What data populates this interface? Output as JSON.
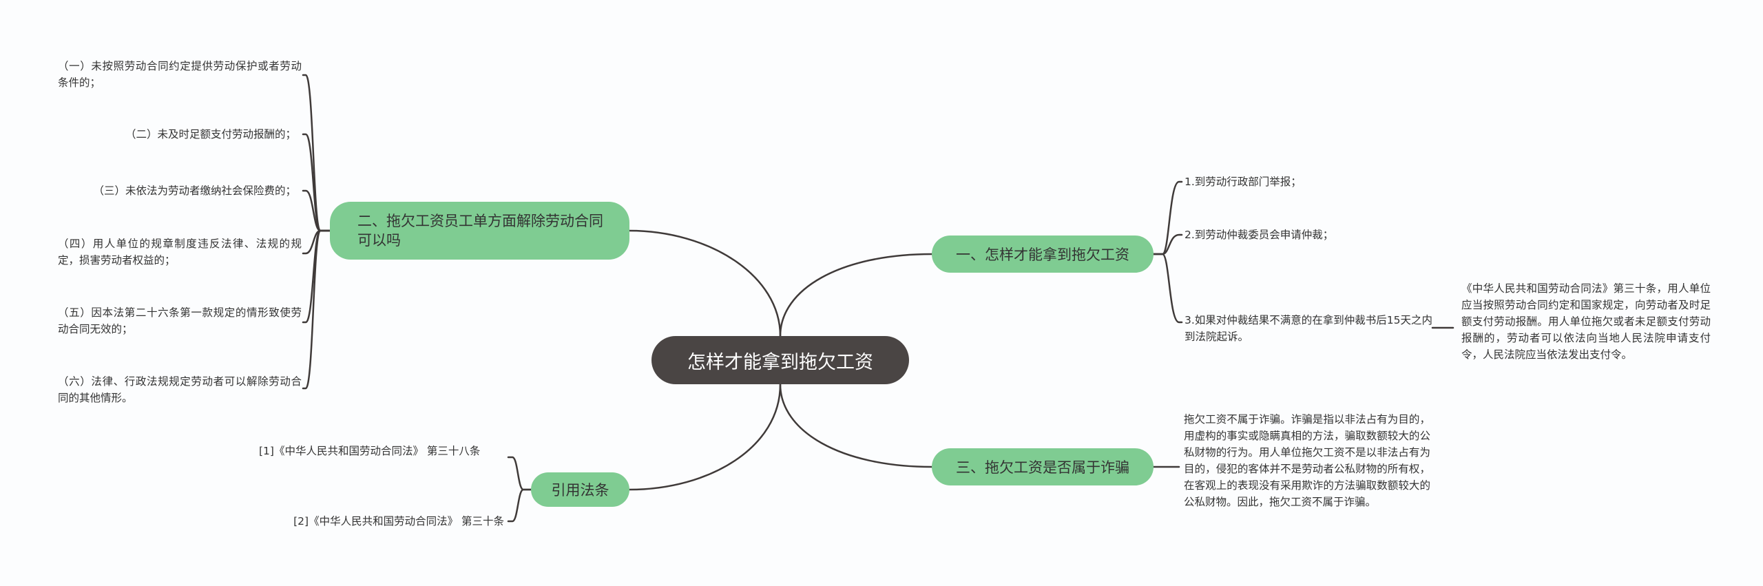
{
  "root": {
    "label": "怎样才能拿到拖欠工资"
  },
  "branches": {
    "one": {
      "label": "一、怎样才能拿到拖欠工资",
      "items": [
        "1.到劳动行政部门举报；",
        "2.到劳动仲裁委员会申请仲裁；",
        "3.如果对仲裁结果不满意的在拿到仲裁书后15天之内到法院起诉。"
      ],
      "note": "《中华人民共和国劳动合同法》第三十条，用人单位应当按照劳动合同约定和国家规定，向劳动者及时足额支付劳动报酬。用人单位拖欠或者未足额支付劳动报酬的，劳动者可以依法向当地人民法院申请支付令，人民法院应当依法发出支付令。"
    },
    "two": {
      "label": "二、拖欠工资员工单方面解除劳动合同可以吗",
      "items": [
        "（一）未按照劳动合同约定提供劳动保护或者劳动条件的；",
        "（二）未及时足额支付劳动报酬的；",
        "（三）未依法为劳动者缴纳社会保险费的；",
        "（四）用人单位的规章制度违反法律、法规的规定，损害劳动者权益的；",
        "（五）因本法第二十六条第一款规定的情形致使劳动合同无效的；",
        "（六）法律、行政法规规定劳动者可以解除劳动合同的其他情形。"
      ]
    },
    "three": {
      "label": "三、拖欠工资是否属于诈骗",
      "text": "拖欠工资不属于诈骗。诈骗是指以非法占有为目的，用虚构的事实或隐瞒真相的方法，骗取数额较大的公私财物的行为。用人单位拖欠工资不是以非法占有为目的，侵犯的客体并不是劳动者公私财物的所有权，在客观上的表现没有采用欺诈的方法骗取数额较大的公私财物。因此，拖欠工资不属于诈骗。"
    },
    "cite": {
      "label": "引用法条",
      "items": [
        "[1]《中华人民共和国劳动合同法》 第三十八条",
        "[2]《中华人民共和国劳动合同法》 第三十条"
      ]
    }
  },
  "colors": {
    "root_fill": "#4a4544",
    "topic_fill": "#7fcc92",
    "connector": "#3f3a39",
    "text": "#333333",
    "background": "#fcfdfe"
  }
}
